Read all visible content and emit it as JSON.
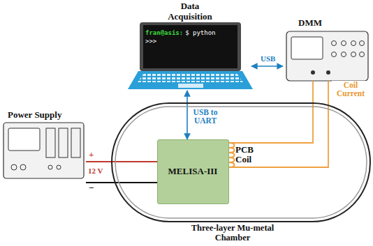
{
  "diagram": {
    "nodes": [
      {
        "text": [
          "Data Acquisition",
          "fran@asis:",
          "$ python",
          ">>>"
        ]
      },
      {
        "text": [
          "DMM"
        ]
      },
      {
        "text": [
          "Power Supply"
        ]
      },
      {
        "text": [
          "Three-layer Mu-metal Chamber"
        ]
      },
      {
        "text": [
          "MELISA-III"
        ],
        "in": 3
      }
    ],
    "edges": [
      {
        "from": 0,
        "to": 1,
        "label": "USB",
        "arrow": "both"
      },
      {
        "from": 0,
        "to": 4,
        "label": "USB to UART",
        "arrow": "both"
      },
      {
        "from": 2,
        "to": 4,
        "arrow": "none"
      },
      {
        "from": 2,
        "to": 4,
        "arrow": "none"
      },
      {
        "from": 1,
        "to": 4,
        "label": "Coil Current",
        "arrow": "none"
      },
      {
        "from": 1,
        "to": 4,
        "arrow": "none"
      }
    ],
    "labels": [
      "PCB Coil",
      "+",
      "12 V",
      "−"
    ]
  }
}
